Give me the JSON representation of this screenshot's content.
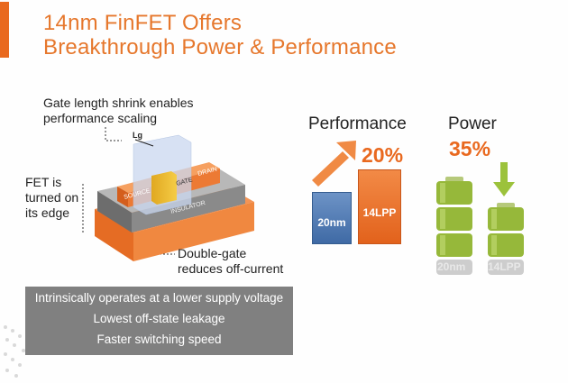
{
  "title": {
    "line1": "14nm FinFET Offers",
    "line2": "Breakthrough Power & Performance"
  },
  "diagram": {
    "gate_length_label": "Gate length shrink enables\nperformance scaling",
    "lg_symbol": "Lg",
    "fet_label": "FET is\nturned on\nits edge",
    "double_gate_label": "Double-gate\nreduces off-current",
    "source": "SOURCE",
    "gate": "GATE",
    "drain": "DRAIN",
    "insulator": "INSULATOR"
  },
  "features": [
    "Intrinsically operates at a lower supply voltage",
    "Lowest off-state leakage",
    "Faster switching speed"
  ],
  "performance": {
    "title": "Performance",
    "improvement": "20%",
    "bars": [
      {
        "label": "20nm",
        "value": 1.0
      },
      {
        "label": "14LPP",
        "value": 1.2
      }
    ]
  },
  "power": {
    "title": "Power",
    "reduction": "35%",
    "batteries": [
      {
        "label": "20nm",
        "level": 1.0
      },
      {
        "label": "14LPP",
        "level": 0.65
      }
    ]
  },
  "colors": {
    "accent": "#e9691f",
    "title": "#e6772c",
    "blue_bar": "#4a74ae",
    "battery_green": "#9cc23c",
    "panel_gray": "#808080"
  }
}
